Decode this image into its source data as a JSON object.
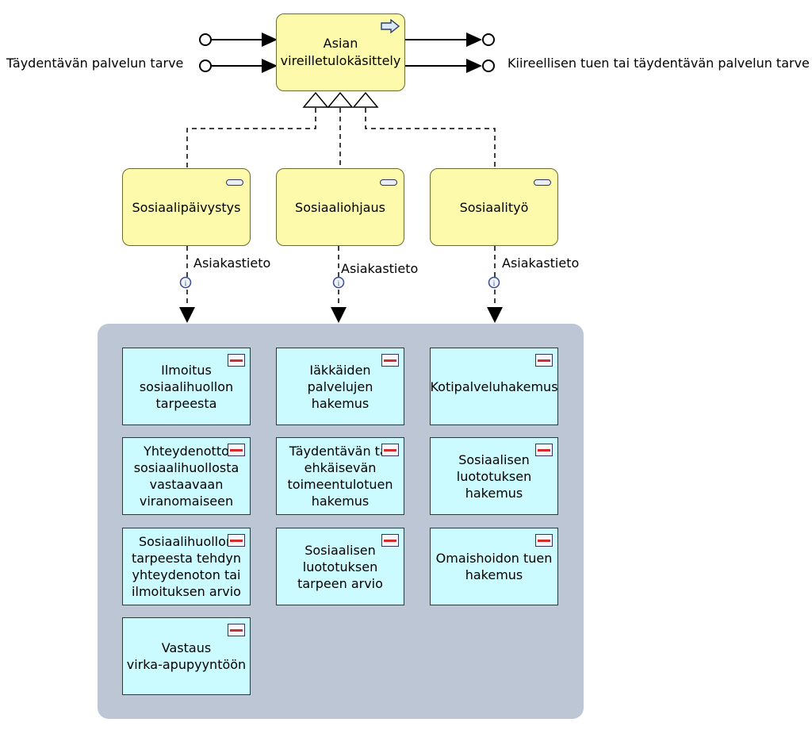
{
  "main_process": {
    "label": "Asian\nvireilletulokäsittely"
  },
  "inputs": [
    {
      "label": ""
    },
    {
      "label": "Täydentävän palvelun tarve"
    }
  ],
  "outputs": [
    {
      "label": ""
    },
    {
      "label": "Kiireellisen tuen tai täydentävän palvelun tarve"
    }
  ],
  "roles": [
    {
      "label": "Sosiaalipäivystys",
      "flow_label": "Asiakastieto"
    },
    {
      "label": "Sosiaaliohjaus",
      "flow_label": "Asiakastieto"
    },
    {
      "label": "Sosiaalityö",
      "flow_label": "Asiakastieto"
    }
  ],
  "documents": {
    "column1": [
      "Ilmoitus\nsosiaalihuollon\ntarpeesta",
      "Yhteydenotto\nsosiaalihuollosta\nvastaavaan\nviranomaiseen",
      "Sosiaalihuollon\ntarpeesta tehdyn\nyhteydenoton tai\nilmoituksen arvio",
      "Vastaus\nvirka-apupyyntöön"
    ],
    "column2": [
      "Iäkkäiden\npalvelujen hakemus",
      "Täydentävän tai\nehkäisevän\ntoimeentulotuen\nhakemus",
      "Sosiaalisen\nluototuksen\ntarpeen arvio"
    ],
    "column3": [
      "Kotipalveluhakemus",
      "Sosiaalisen\nluototuksen\nhakemus",
      "Omaishoidon tuen\nhakemus"
    ]
  },
  "colors": {
    "process_fill": "#fdfbab",
    "document_fill": "#ccfbff",
    "container_fill": "#bcc6d5"
  }
}
